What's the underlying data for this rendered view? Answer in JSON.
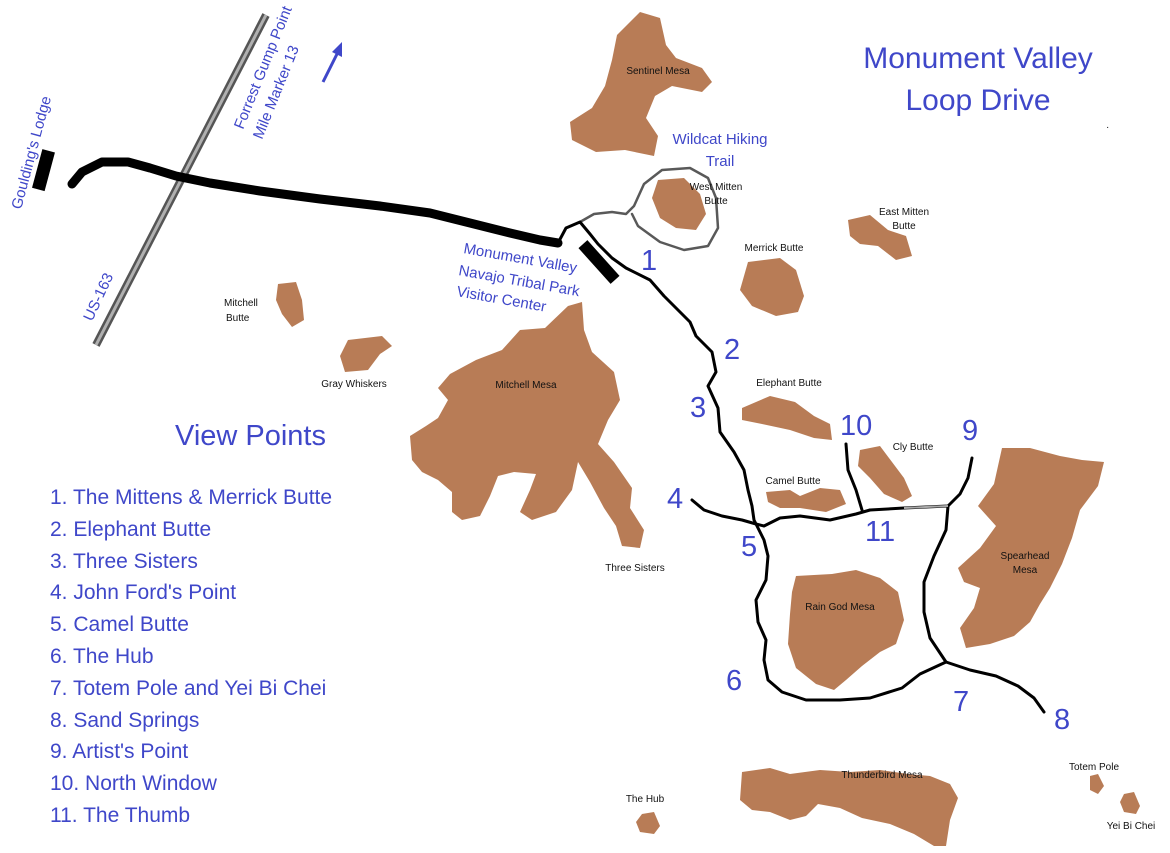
{
  "title": {
    "line1": "Monument Valley",
    "line2": "Loop Drive"
  },
  "places": {
    "gouldings_lodge": "Goulding's Lodge",
    "forrest_gump_line1": "Forrest Gump Point",
    "forrest_gump_line2": "Mile Marker 13",
    "us163": "US-163",
    "visitor_center_line1": "Monument Valley",
    "visitor_center_line2": "Navajo Tribal Park",
    "visitor_center_line3": "Visitor Center",
    "wildcat_line1": "Wildcat Hiking",
    "wildcat_line2": "Trail"
  },
  "landmarks": {
    "sentinel_mesa": "Sentinel Mesa",
    "west_mitten_line1": "West Mitten",
    "west_mitten_line2": "Butte",
    "east_mitten_line1": "East Mitten",
    "east_mitten_line2": "Butte",
    "merrick_butte": "Merrick Butte",
    "mitchell_butte_line1": "Mitchell",
    "mitchell_butte_line2": "Butte",
    "gray_whiskers": "Gray Whiskers",
    "mitchell_mesa": "Mitchell Mesa",
    "elephant_butte": "Elephant Butte",
    "cly_butte": "Cly Butte",
    "camel_butte": "Camel Butte",
    "three_sisters": "Three Sisters",
    "rain_god_mesa": "Rain God Mesa",
    "spearhead_line1": "Spearhead",
    "spearhead_line2": "Mesa",
    "thunderbird_mesa": "Thunderbird Mesa",
    "the_hub": "The Hub",
    "totem_pole": "Totem Pole",
    "yei_bi_chei": "Yei Bi Chei"
  },
  "markers": [
    "1",
    "2",
    "3",
    "4",
    "5",
    "6",
    "7",
    "8",
    "9",
    "10",
    "11"
  ],
  "viewpoints": {
    "title": "View Points",
    "items": [
      "1. The Mittens & Merrick Butte",
      "2. Elephant Butte",
      "3. Three Sisters",
      "4. John Ford's Point",
      "5. Camel Butte",
      "6. The Hub",
      "7. Totem Pole and Yei Bi Chei",
      "8. Sand Springs",
      "9. Artist's Point",
      "10. North Window",
      "11. The Thumb"
    ]
  },
  "colors": {
    "text_blue": "#3f47c9",
    "mesa_brown": "#b87c56",
    "road": "#000000",
    "trail": "#595959"
  },
  "icons": {
    "north": "north-arrow-icon"
  }
}
